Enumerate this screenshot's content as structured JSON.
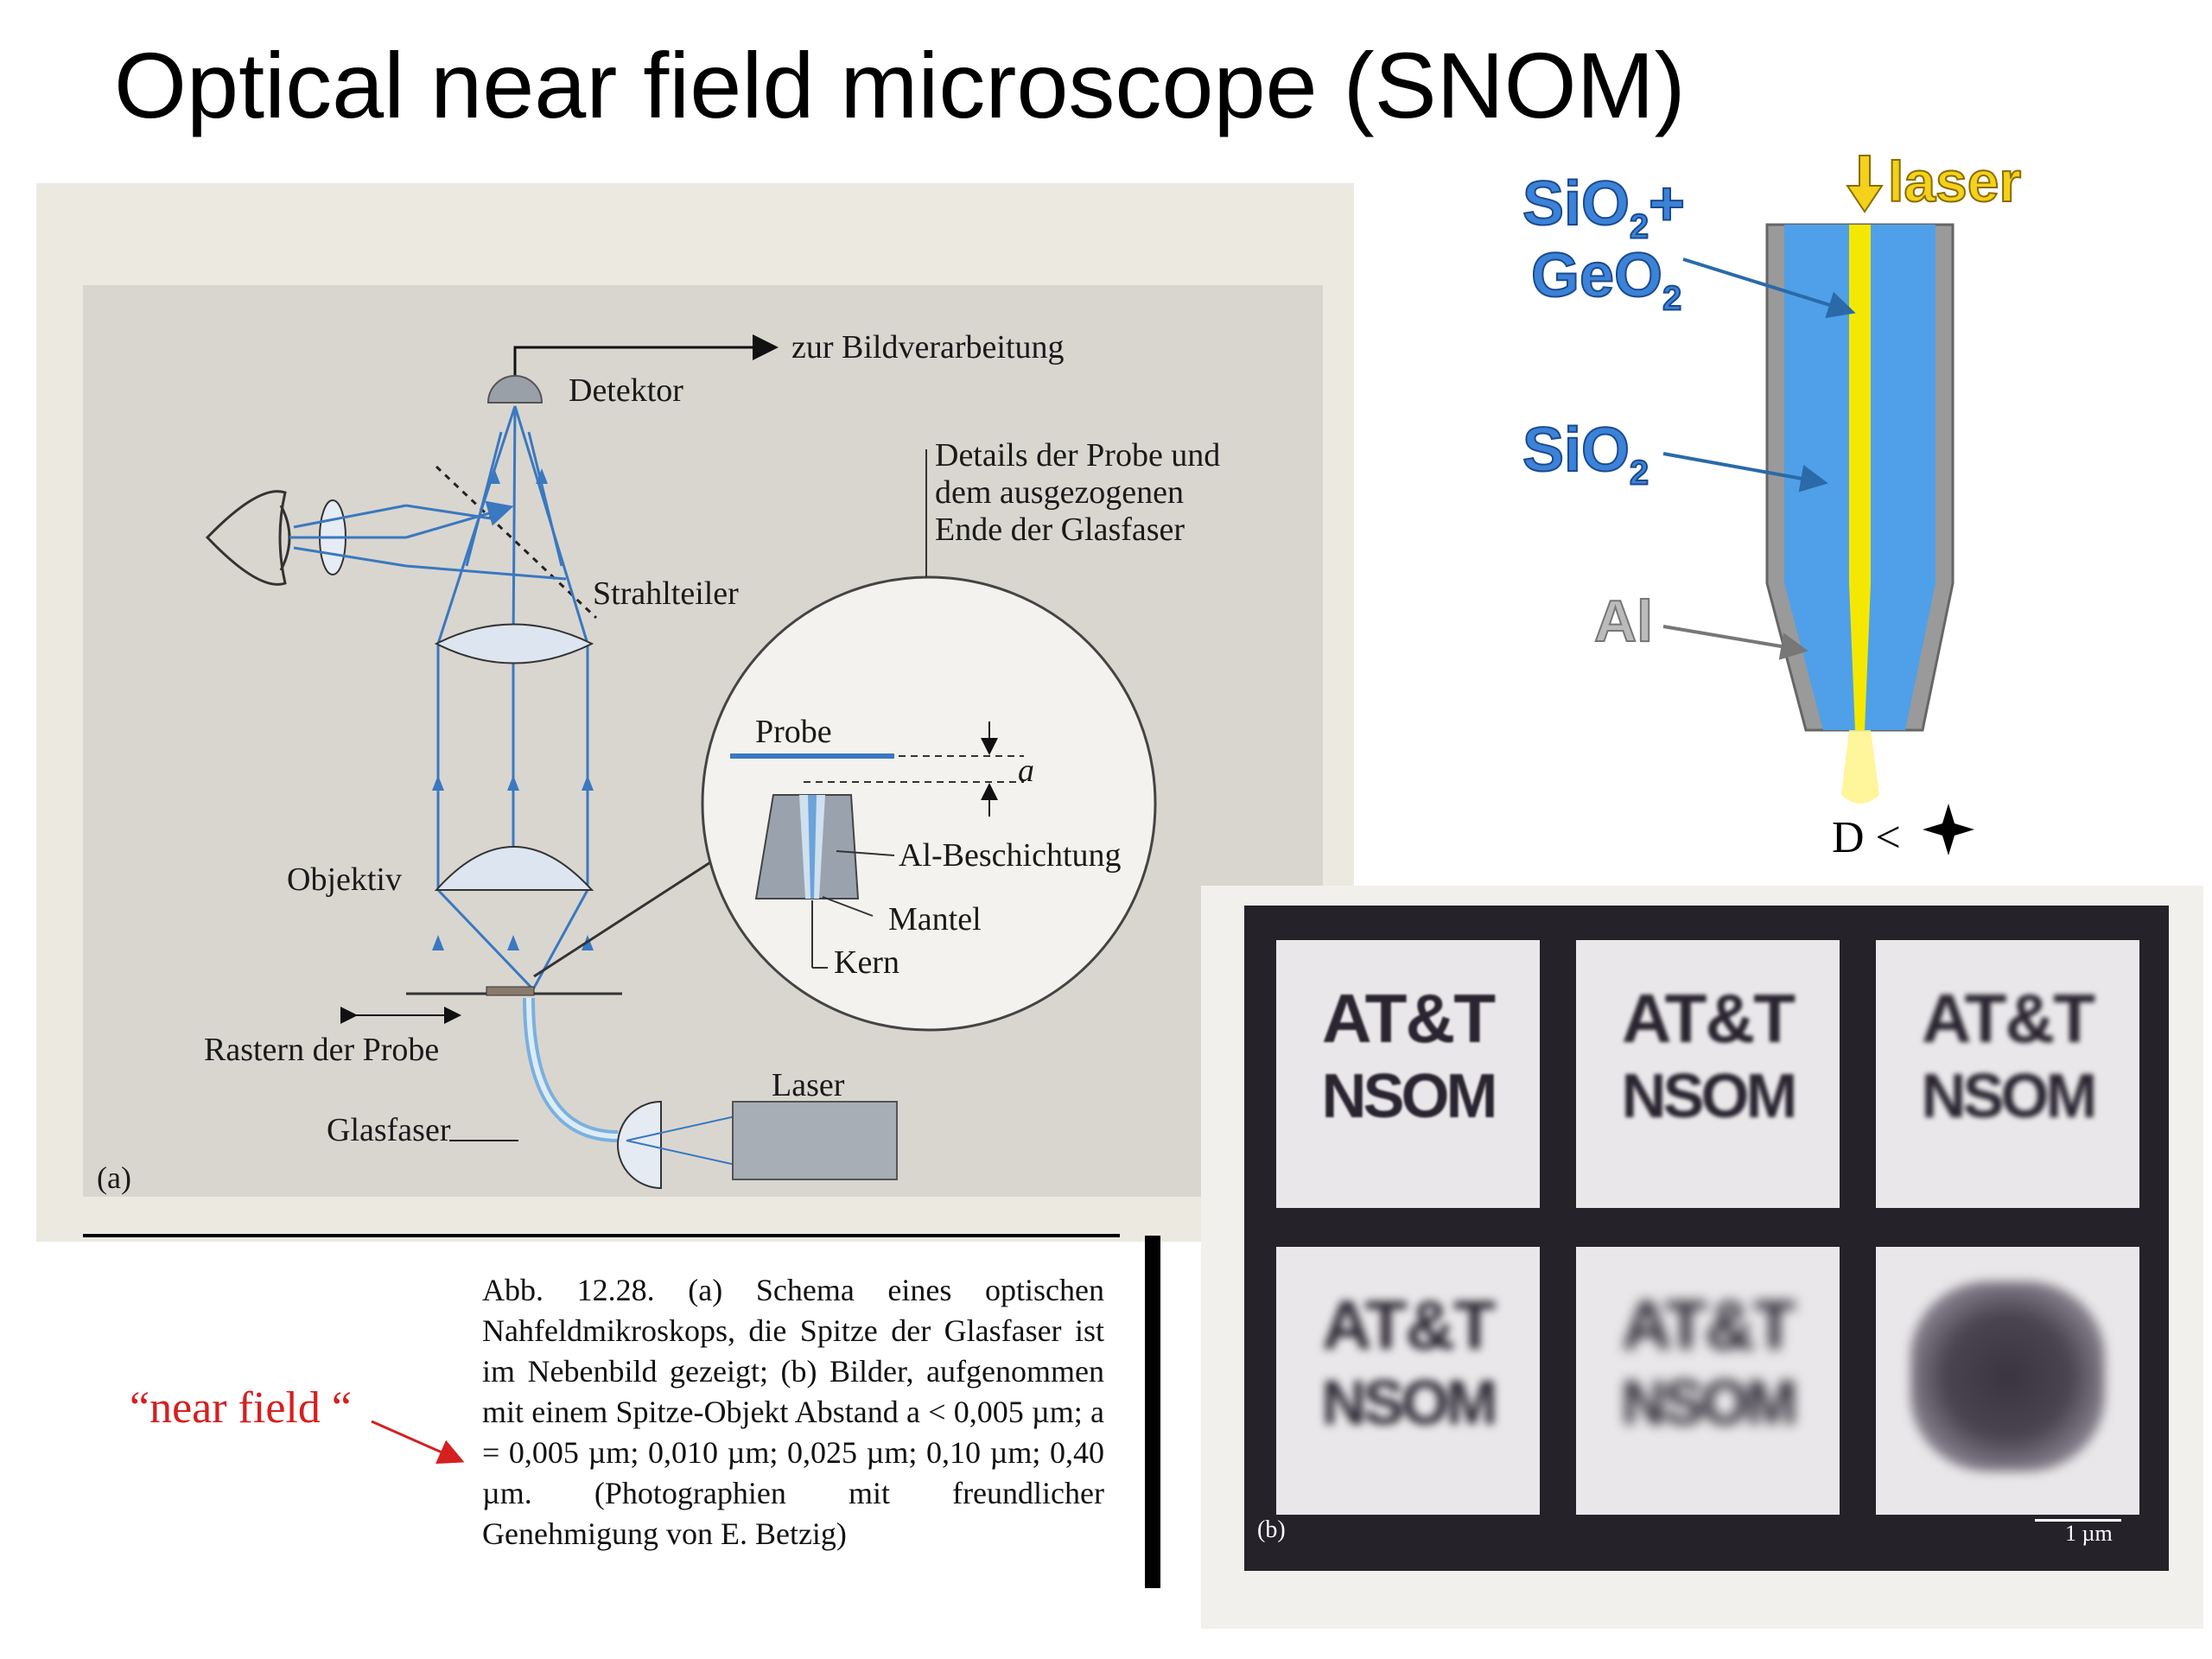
{
  "title": "Optical near field microscope (SNOM)",
  "diagram_a": {
    "to_image_processing": "zur Bildverarbeitung",
    "detector": "Detektor",
    "probe_details": [
      "Details der Probe und",
      "dem ausgezogenen",
      "Ende der Glasfaser"
    ],
    "beam_splitter": "Strahlteiler",
    "probe": "Probe",
    "distance": "a",
    "al_coating": "Al-Beschichtung",
    "objective": "Objektiv",
    "mantle": "Mantel",
    "core": "Kern",
    "scanning": "Rastern der Probe",
    "laser": "Laser",
    "fiber": "Glasfaser",
    "panel_label": "(a)"
  },
  "caption": "Abb. 12.28. (a) Schema eines optischen Nahfeldmikroskops, die Spitze der Glasfaser ist im Nebenbild gezeigt; (b) Bilder, aufgenommen mit einem Spitze-Objekt Abstand a < 0,005 µm; a = 0,005 µm; 0,010 µm; 0,025 µm; 0,10 µm; 0,40 µm. (Photographien mit freundlicher Genehmigung von E. Betzig)",
  "annotation": "“near field “",
  "fiber_tip": {
    "sio2_geo2_line1_main": "SiO",
    "sio2_geo2_line1_sub": "2",
    "sio2_geo2_line1_plus": "+",
    "sio2_geo2_line2_main": "GeO",
    "sio2_geo2_line2_sub": "2",
    "sio2_main": "SiO",
    "sio2_sub": "2",
    "al": "Al",
    "laser": "laser",
    "size_relation": "D < ",
    "colors": {
      "core": "#f5e800",
      "cladding": "#4fa0e8",
      "coating": "#9a9a9a"
    }
  },
  "images_b": {
    "tile_line1": "AT&T",
    "tile_line2": "NSOM",
    "panel_label": "(b)",
    "scale_label": "1 µm"
  }
}
